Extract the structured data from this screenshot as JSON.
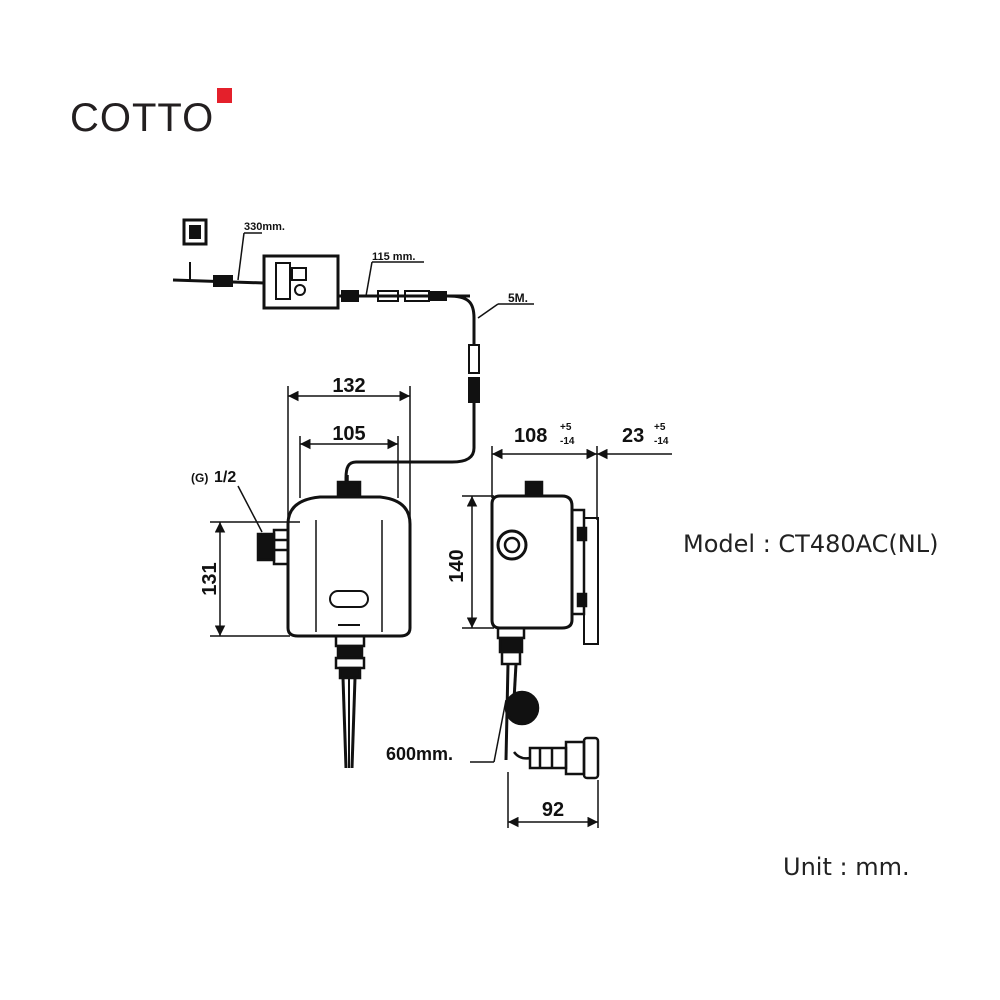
{
  "brand": {
    "name": "COTTO",
    "accent_color": "#e4202b"
  },
  "model_label": "Model : CT480AC(NL)",
  "unit_label": "Unit : mm.",
  "dimensions": {
    "adapter_cable": "330mm.",
    "short_cable": "115 mm.",
    "long_cable": "5M.",
    "width_outer": "132",
    "width_inner": "105",
    "thread": "(G)",
    "thread_size": "1/2",
    "height_front": "131",
    "depth": "108",
    "depth_tol_plus": "+5",
    "depth_tol_minus": "-14",
    "wall": "23",
    "wall_tol_plus": "+5",
    "wall_tol_minus": "-14",
    "height_side": "140",
    "pipe_length": "600mm.",
    "bottom_width": "92"
  }
}
